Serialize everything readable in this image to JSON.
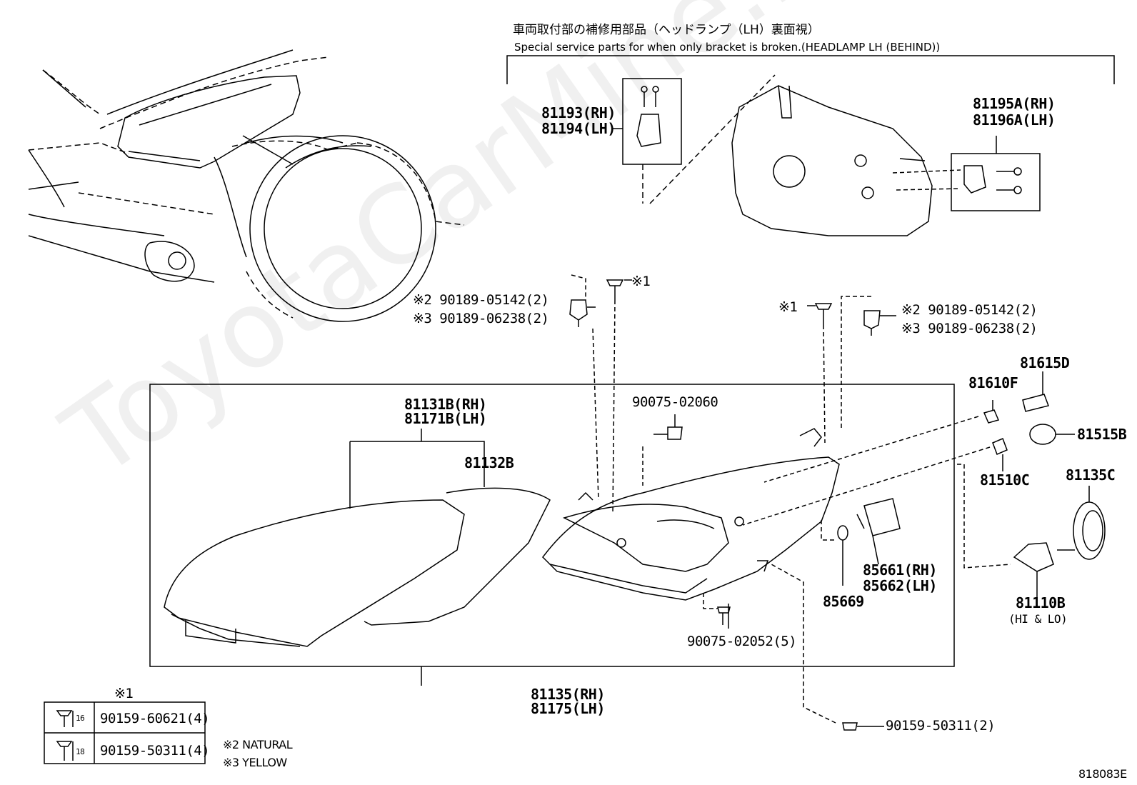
{
  "header": {
    "title_jp": "車両取付部の補修用部品（ヘッドランプ（LH）裏面視）",
    "title_en": "Special service parts for when only bracket is broken.(HEADLAMP LH (BEHIND))"
  },
  "parts": {
    "p81193": "81193(RH)",
    "p81194": "81194(LH)",
    "p81195": "81195A(RH)",
    "p81196": "81196A(LH)",
    "left_note2": "※2 90189-05142(2)",
    "left_note3": "※3 90189-06238(2)",
    "left_mark1": "※1",
    "right_mark1": "※1",
    "right_note2": "※2 90189-05142(2)",
    "right_note3": "※3 90189-06238(2)",
    "p81615": "81615D",
    "p81610": "81610F",
    "p81515": "81515B",
    "p81510": "81510C",
    "p81135c": "81135C",
    "p81131": "81131B(RH)",
    "p81171": "81171B(LH)",
    "p81132": "81132B",
    "p90075_02060": "90075-02060",
    "p85661": "85661(RH)",
    "p85662": "85662(LH)",
    "p85669": "85669",
    "p81110": "81110B",
    "p81110_note": "(HI & LO)",
    "p90075_02052": "90075-02052(5)",
    "p81135": "81135(RH)",
    "p81175": "81175(LH)",
    "p90159_50311": "90159-50311(2)"
  },
  "legend": {
    "header": "※1",
    "row1_len": "16",
    "row1_part": "90159-60621(4)",
    "row2_len": "18",
    "row2_part": "90159-50311(4)",
    "note2": "※2  NATURAL",
    "note3": "※3  YELLOW"
  },
  "footer": {
    "code": "818083E"
  },
  "watermark": "ToyotaCarMine.ru"
}
